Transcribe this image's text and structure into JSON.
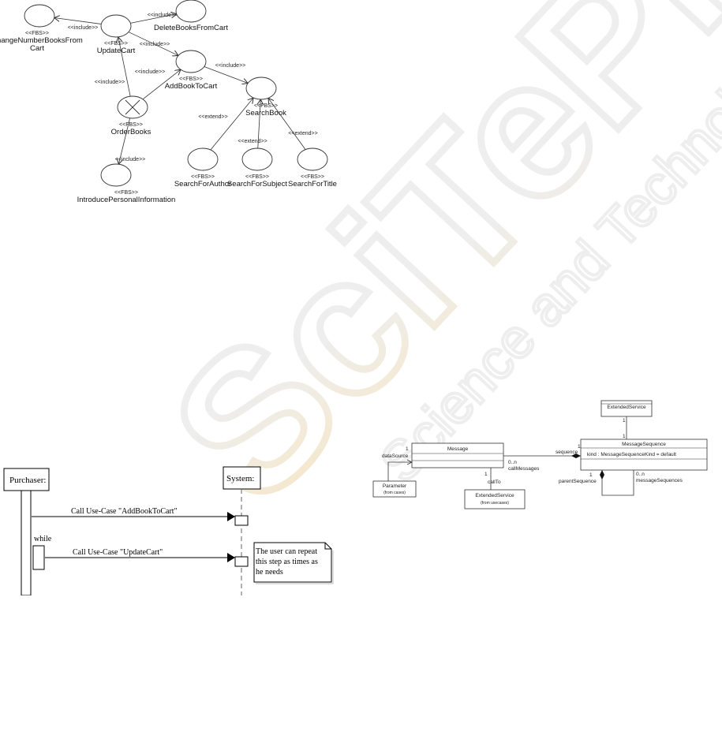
{
  "watermark": {
    "brand": "SciTePress",
    "tagline": "Science and Technology Publications"
  },
  "usecase": {
    "nodes": [
      {
        "id": "change",
        "stereotype": "<<FBS>>",
        "lines": [
          "ChangeNumberBooksFrom",
          "Cart"
        ]
      },
      {
        "id": "update",
        "stereotype": "<<FBS>>",
        "lines": [
          "UpdateCart"
        ]
      },
      {
        "id": "delete",
        "stereotype": "",
        "lines": [
          "DeleteBooksFromCart"
        ]
      },
      {
        "id": "add",
        "stereotype": "<<FBS>>",
        "lines": [
          "AddBookToCart"
        ]
      },
      {
        "id": "search",
        "stereotype": "<<FBS>>",
        "lines": [
          "SearchBook"
        ]
      },
      {
        "id": "order",
        "stereotype": "<<FBS>>",
        "lines": [
          "OrderBooks"
        ]
      },
      {
        "id": "intro",
        "stereotype": "<<FBS>>",
        "lines": [
          "IntroducePersonalInformation"
        ]
      },
      {
        "id": "author",
        "stereotype": "<<FBS>>",
        "lines": [
          "SearchForAuthor"
        ]
      },
      {
        "id": "subject",
        "stereotype": "<<FBS>>",
        "lines": [
          "SearchForSubject"
        ]
      },
      {
        "id": "title",
        "stereotype": "<<FBS>>",
        "lines": [
          "SearchForTitle"
        ]
      }
    ],
    "edges": [
      {
        "from": "update",
        "to": "change",
        "label": "<<include>>"
      },
      {
        "from": "update",
        "to": "delete",
        "label": "<<include>>"
      },
      {
        "from": "update",
        "to": "add",
        "label": "<<include>>"
      },
      {
        "from": "add",
        "to": "search",
        "label": "<<include>>"
      },
      {
        "from": "order",
        "to": "update",
        "label": "<<include>>"
      },
      {
        "from": "order",
        "to": "add",
        "label": "<<include>>"
      },
      {
        "from": "order",
        "to": "intro",
        "label": "<<include>>"
      },
      {
        "from": "author",
        "to": "search",
        "label": "<<extend>>"
      },
      {
        "from": "subject",
        "to": "search",
        "label": "<<extend>>"
      },
      {
        "from": "title",
        "to": "search",
        "label": "<<extend>>"
      }
    ]
  },
  "sequence": {
    "actor": "Purchaser:",
    "system": "System:",
    "msg1": "Call Use-Case \"AddBookToCart\"",
    "loop_label": "while",
    "msg2": "Call Use-Case \"UpdateCart\"",
    "note_lines": [
      "The user can repeat",
      "this step as times as",
      "he needs"
    ]
  },
  "classdiagram": {
    "extended_top": "ExtendedService",
    "mult_ext": "1",
    "mult_ext_seq": "1",
    "message": "Message",
    "mult_ds": "1",
    "datasource": "dataSource",
    "mult_0n": "0..n",
    "callmessages": "callMessages",
    "mult_seq": "1",
    "sequence": "sequence",
    "message_sequence": "MessageSequence",
    "kind_attr": "kind : MessageSequenceKind = default",
    "parameter": "Parameter",
    "parameter_pkg": "(from cases)",
    "mult_callto": "1",
    "callto": "callTo",
    "extended_bottom": "ExtendedService",
    "extended_bottom_pkg": "(from usecases)",
    "mult_parent": "1",
    "parent_seq": "parentSequence",
    "mult_msgseq": "0..n",
    "msg_seqs": "messageSequences"
  }
}
